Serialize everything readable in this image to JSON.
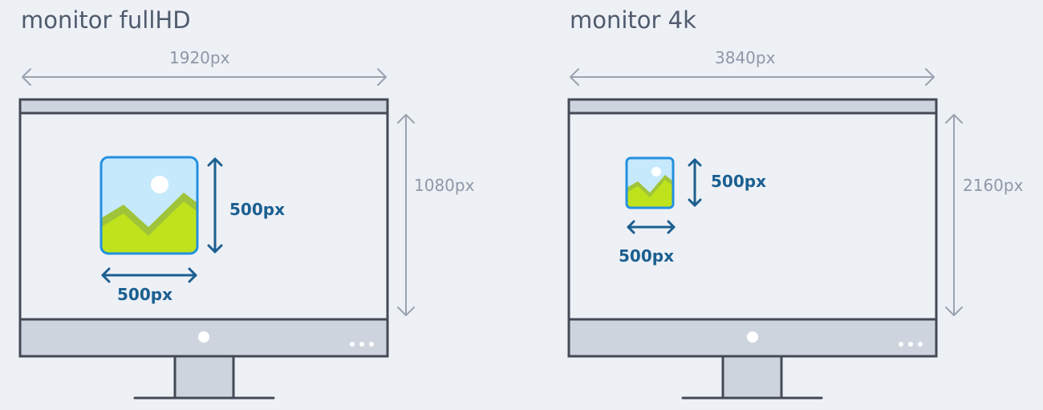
{
  "monitors": [
    {
      "title": "monitor fullHD",
      "width_label": "1920px",
      "height_label": "1080px",
      "image_height_label": "500px",
      "image_width_label": "500px"
    },
    {
      "title": "monitor 4k",
      "width_label": "3840px",
      "height_label": "2160px",
      "image_height_label": "500px",
      "image_width_label": "500px"
    }
  ],
  "colors": {
    "background": "#edf0f5",
    "title_text": "#4f5b6d",
    "dimension_text": "#8e98a8",
    "dimension_arrow": "#9aa3b1",
    "monitor_outline": "#434a56",
    "monitor_fill": "#cdd4de",
    "image_dimension": "#1b5f91",
    "image_border": "#2390e0",
    "sky": "#c7e9fc",
    "sun": "#ffffff",
    "hill_back": "#9fc43a",
    "hill_front": "#bee31c"
  },
  "icons": {
    "image": "image-icon",
    "power_button": "power-button-icon",
    "status_dots": "menu-dots-icon"
  }
}
